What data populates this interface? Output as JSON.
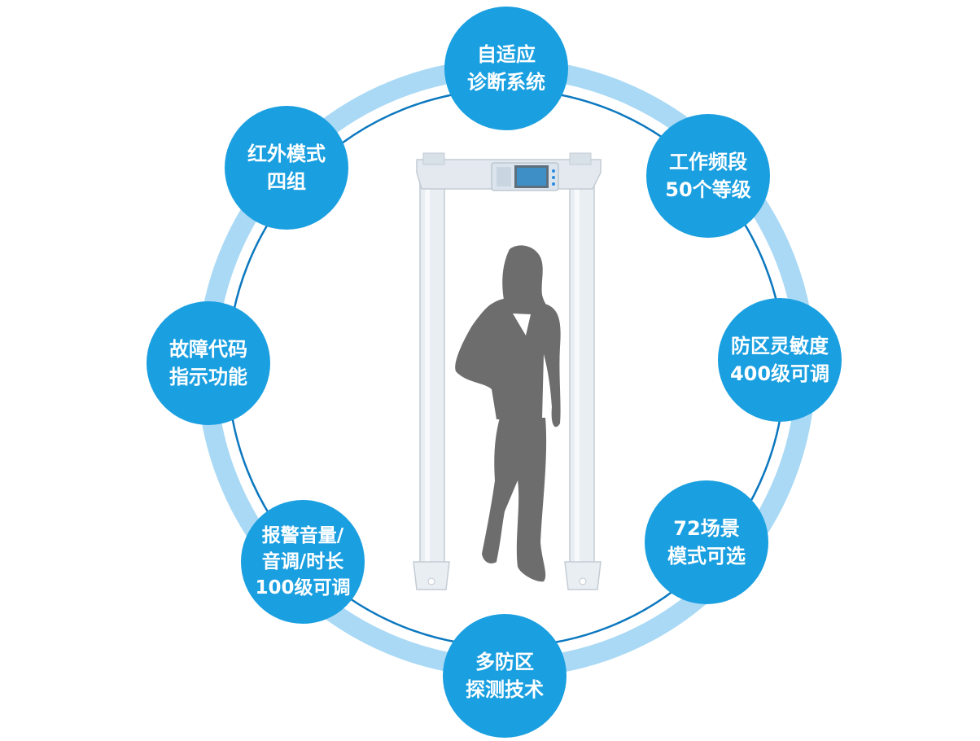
{
  "colors": {
    "circle_fill": "#1a9fe0",
    "ring_band": "#a9d9f5",
    "ring_line": "#0c78bf",
    "silhouette": "#6d6d6d",
    "gate_frame": "#e9eef3"
  },
  "features": [
    {
      "id": "adaptive-diagnosis",
      "lines": [
        "自适应",
        "诊断系统"
      ]
    },
    {
      "id": "frequency-levels",
      "lines": [
        "工作频段",
        "50个等级"
      ]
    },
    {
      "id": "zone-sensitivity",
      "lines": [
        "防区灵敏度",
        "400级可调"
      ]
    },
    {
      "id": "scene-modes",
      "lines": [
        "72场景",
        "模式可选"
      ]
    },
    {
      "id": "multi-zone",
      "lines": [
        "多防区",
        "探测技术"
      ]
    },
    {
      "id": "alarm-volume",
      "lines": [
        "报警音量/",
        "音调/时长",
        "100级可调"
      ]
    },
    {
      "id": "fault-code",
      "lines": [
        "故障代码",
        "指示功能"
      ]
    },
    {
      "id": "infrared-modes",
      "lines": [
        "红外模式",
        "四组"
      ]
    }
  ],
  "center_image": {
    "icon": "walk-through-metal-detector-gate",
    "figure": "person-silhouette-icon"
  }
}
